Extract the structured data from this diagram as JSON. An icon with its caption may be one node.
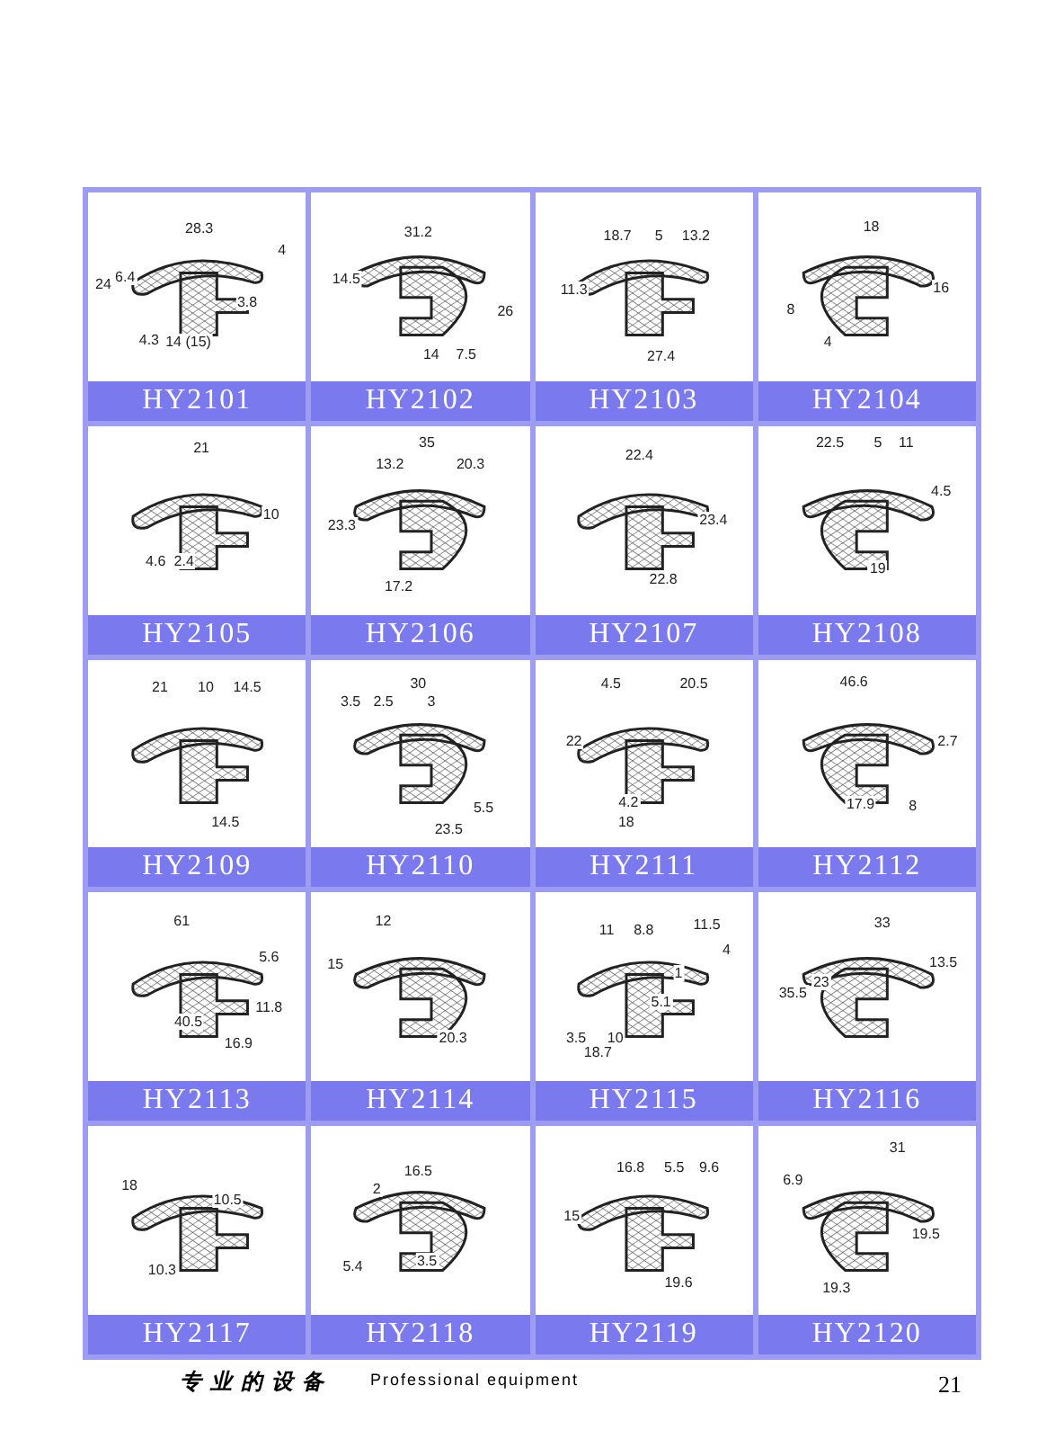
{
  "diagram": {
    "nodes": [
      {
        "text": [
          "28.3",
          "4",
          "24",
          "6.4",
          "3.8",
          "4.3",
          "14 (15)",
          "HY2101"
        ]
      },
      {
        "text": [
          "31.2",
          "14.5",
          "26",
          "14",
          "7.5",
          "HY2102"
        ]
      },
      {
        "text": [
          "18.7",
          "5",
          "13.2",
          "11.3",
          "27.4",
          "HY2103"
        ]
      },
      {
        "text": [
          "18",
          "16",
          "8",
          "4",
          "HY2104"
        ]
      },
      {
        "text": [
          "21",
          "10",
          "4.6",
          "2.4",
          "HY2105"
        ]
      },
      {
        "text": [
          "35",
          "13.2",
          "20.3",
          "23.3",
          "17.2",
          "HY2106"
        ]
      },
      {
        "text": [
          "22.4",
          "23.4",
          "22.8",
          "HY2107"
        ]
      },
      {
        "text": [
          "22.5",
          "5",
          "11",
          "4.5",
          "19",
          "HY2108"
        ]
      },
      {
        "text": [
          "21",
          "10",
          "14.5",
          "14.5",
          "HY2109"
        ]
      },
      {
        "text": [
          "30",
          "3.5",
          "2.5",
          "3",
          "5.5",
          "23.5",
          "HY2110"
        ]
      },
      {
        "text": [
          "4.5",
          "20.5",
          "22",
          "4.2",
          "18",
          "HY2111"
        ]
      },
      {
        "text": [
          "46.6",
          "2.7",
          "17.9",
          "8",
          "HY2112"
        ]
      },
      {
        "text": [
          "61",
          "5.6",
          "11.8",
          "40.5",
          "16.9",
          "HY2113"
        ]
      },
      {
        "text": [
          "12",
          "15",
          "20.3",
          "HY2114"
        ]
      },
      {
        "text": [
          "11",
          "8.8",
          "11.5",
          "4",
          "1",
          "5.1",
          "3.5",
          "10",
          "18.7",
          "HY2115"
        ]
      },
      {
        "text": [
          "33",
          "35.5",
          "23",
          "13.5",
          "HY2116"
        ]
      },
      {
        "text": [
          "18",
          "10.5",
          "10.3",
          "HY2117"
        ]
      },
      {
        "text": [
          "16.5",
          "2",
          "5.4",
          "3.5",
          "HY2118"
        ]
      },
      {
        "text": [
          "16.8",
          "5.5",
          "9.6",
          "15",
          "19.6",
          "HY2119"
        ]
      },
      {
        "text": [
          "31",
          "6.9",
          "19.5",
          "19.3",
          "HY2120"
        ]
      }
    ],
    "labels": [
      "专业的设备",
      "Professional equipment",
      "21"
    ]
  }
}
